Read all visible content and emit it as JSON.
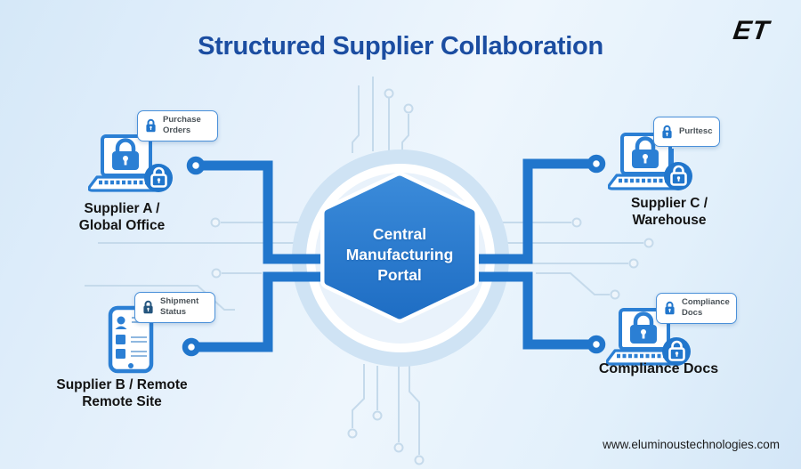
{
  "header": {
    "title": "Structured Supplier Collaboration",
    "logo_text": "ET"
  },
  "footer": {
    "website": "www.eluminoustechnologies.com"
  },
  "center": {
    "title": "Central Manufacturing Portal"
  },
  "nodes": {
    "supplier_a": {
      "tag": "Purchase Orders",
      "label_line1": "Supplier A /",
      "label_line2": "Global Office"
    },
    "supplier_b": {
      "tag": "Shipment Status",
      "label_line1": "Supplier B / Remote",
      "label_line2": "Remote Site"
    },
    "supplier_c": {
      "tag": "Purltesc",
      "label_line1": "Supplier C /",
      "label_line2": "Warehouse"
    },
    "compliance": {
      "tag": "Compliance Docs",
      "label_line1": "Compliance Docs",
      "label_line2": ""
    }
  },
  "colors": {
    "primary_blue": "#2176cc",
    "device_blue": "#2b7fd4",
    "hexagon_top": "#3a8ad9",
    "hexagon_bottom": "#1f6ec4",
    "title_navy": "#1b4da1",
    "circle_outer": "#cfe3f4",
    "circle_inner": "#e9f2fb",
    "trace_blue": "#c5daeb",
    "tag_border": "#4a90d9",
    "label_black": "#141414"
  },
  "icons": {
    "lock": "lock-icon",
    "laptop": "laptop-icon",
    "tablet": "tablet-icon",
    "connector_node": "connector-dot-icon"
  }
}
